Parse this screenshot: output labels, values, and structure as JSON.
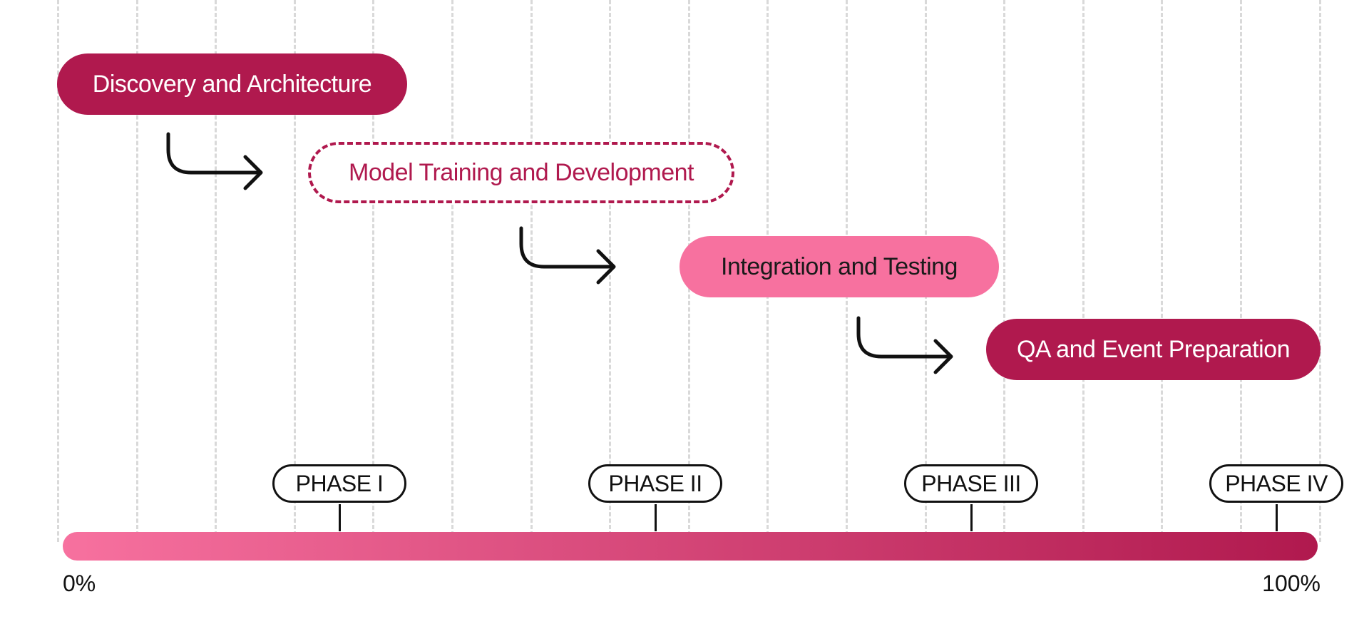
{
  "steps": [
    {
      "label": "Discovery and Architecture",
      "style": "solid-dark"
    },
    {
      "label": "Model Training and Development",
      "style": "dashed"
    },
    {
      "label": "Integration and Testing",
      "style": "solid-light"
    },
    {
      "label": "QA and Event Preparation",
      "style": "solid-dark"
    }
  ],
  "phases": [
    "PHASE I",
    "PHASE II",
    "PHASE III",
    "PHASE IV"
  ],
  "progress": {
    "start_label": "0%",
    "end_label": "100%"
  },
  "colors": {
    "dark_pink": "#b0194e",
    "light_pink": "#f7719f",
    "ink": "#111111",
    "grid": "#d9d9d9"
  }
}
